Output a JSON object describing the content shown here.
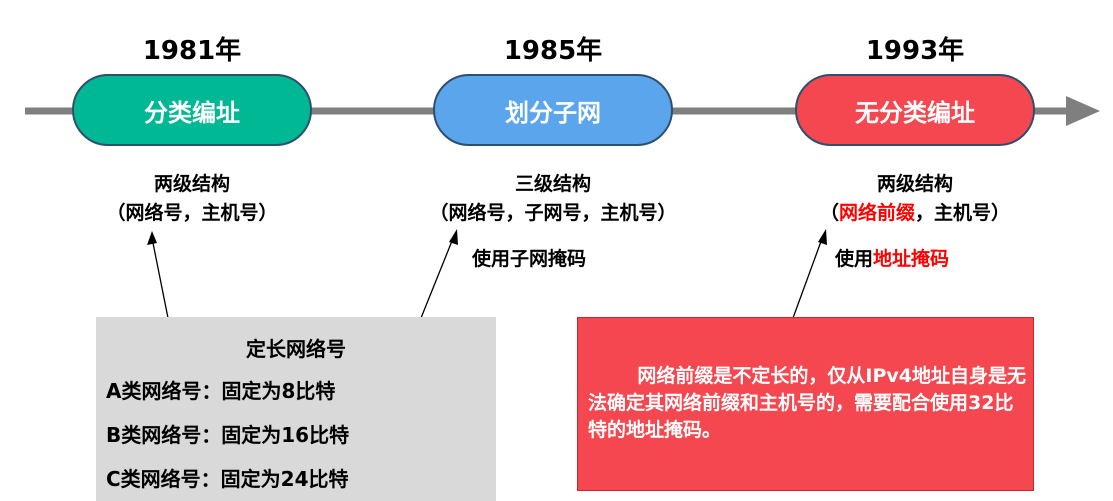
{
  "timeline": {
    "stages": [
      {
        "year": "1981年",
        "label": "分类编址",
        "color": "#00b894",
        "structure": "两级结构",
        "fields_open": "（",
        "fields_part1": "网络号",
        "fields_part2": "，主机号）"
      },
      {
        "year": "1985年",
        "label": "划分子网",
        "color": "#5aa5ec",
        "structure": "三级结构",
        "fields_open": "（",
        "fields_part1": "网络号",
        "fields_part2": "，子网号，主机号）",
        "note": "使用子网掩码"
      },
      {
        "year": "1993年",
        "label": "无分类编址",
        "color": "#f5474f",
        "structure": "两级结构",
        "fields_open": "（",
        "fields_part1": "网络前缀",
        "fields_part2": "，主机号）",
        "note_prefix": "使用",
        "note_highlight": "地址掩码"
      }
    ]
  },
  "fixed_box": {
    "title": "定长网络号",
    "rows": [
      "A类网络号：固定为8比特",
      "B类网络号：固定为16比特",
      "C类网络号：固定为24比特"
    ]
  },
  "variable_box": {
    "text": "网络前缀是不定长的，仅从IPv4地址自身是无法确定其网络前缀和主机号的，需要配合使用32比特的地址掩码。"
  },
  "colors": {
    "axis": "#7f7f7f",
    "pill_border": "#2f4f6f",
    "highlight": "#ff0000",
    "grey_box": "#d9d9d9",
    "red_box": "#f5474f"
  }
}
